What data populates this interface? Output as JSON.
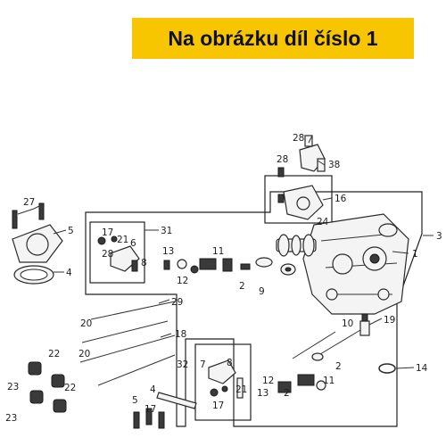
{
  "banner": {
    "text": "Na obrázku díl číslo 1"
  },
  "callouts": {
    "c1": "1",
    "c2a": "2",
    "c2b": "2",
    "c2c": "2",
    "c3": "3",
    "c4": "4",
    "c5a": "5",
    "c5b": "5",
    "c6": "6",
    "c7": "7",
    "c8a": "8",
    "c8b": "8",
    "c9": "9",
    "c10": "10",
    "c11a": "11",
    "c11b": "11",
    "c12a": "12",
    "c12b": "12",
    "c13a": "13",
    "c13b": "13",
    "c14": "14",
    "c16": "16",
    "c17a": "17",
    "c17b": "17",
    "c17c": "17",
    "c18": "18",
    "c19": "19",
    "c20a": "20",
    "c20b": "20",
    "c21a": "21",
    "c21b": "21",
    "c22a": "22",
    "c22b": "22",
    "c23a": "23",
    "c23b": "23",
    "c24": "24",
    "c27": "27",
    "c28a": "28",
    "c28b": "28",
    "c28c": "28",
    "c29": "29",
    "c31": "31",
    "c32": "32",
    "c38": "38"
  },
  "colors": {
    "banner_bg": "#f7c600",
    "banner_text": "#111111",
    "line": "#222222"
  }
}
